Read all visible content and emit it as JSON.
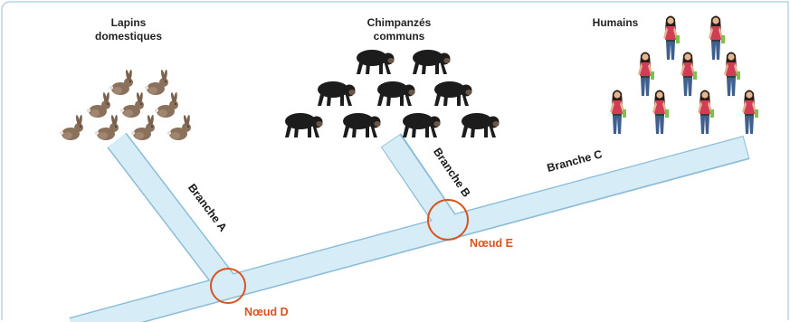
{
  "groups": {
    "rabbits": {
      "label_line1": "Lapins",
      "label_line2": "domestiques",
      "icon": "rabbit-icon"
    },
    "chimps": {
      "label_line1": "Chimpanzés",
      "label_line2": "communs",
      "icon": "chimpanzee-icon"
    },
    "humans": {
      "label": "Humains",
      "icon": "human-icon"
    }
  },
  "branches": {
    "a": "Branche A",
    "b": "Branche B",
    "c": "Branche C"
  },
  "nodes": {
    "d": "Nœud D",
    "e": "Nœud E"
  },
  "colors": {
    "branch_fill": "#d6ecf7",
    "branch_outline": "#8cbdd8",
    "node": "#d9531e",
    "frame": "#b4d6e8"
  }
}
